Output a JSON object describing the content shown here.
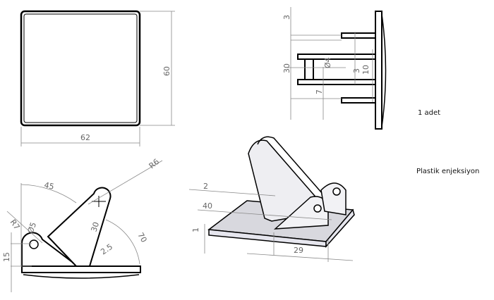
{
  "front_view": {
    "height_dim": "60",
    "width_dim": "62"
  },
  "side_view": {
    "dims": [
      "3",
      "30",
      "Ø4",
      "3",
      "10",
      "7"
    ]
  },
  "profile_view": {
    "dims": [
      "45",
      "R6",
      "R7",
      "Ø5",
      "30",
      "2.5",
      "70",
      "15"
    ]
  },
  "iso_view": {
    "dims": [
      "2",
      "40",
      "1",
      "29"
    ]
  },
  "notes": {
    "quantity": "1 adet",
    "process": "Plastik enjeksiyon"
  }
}
